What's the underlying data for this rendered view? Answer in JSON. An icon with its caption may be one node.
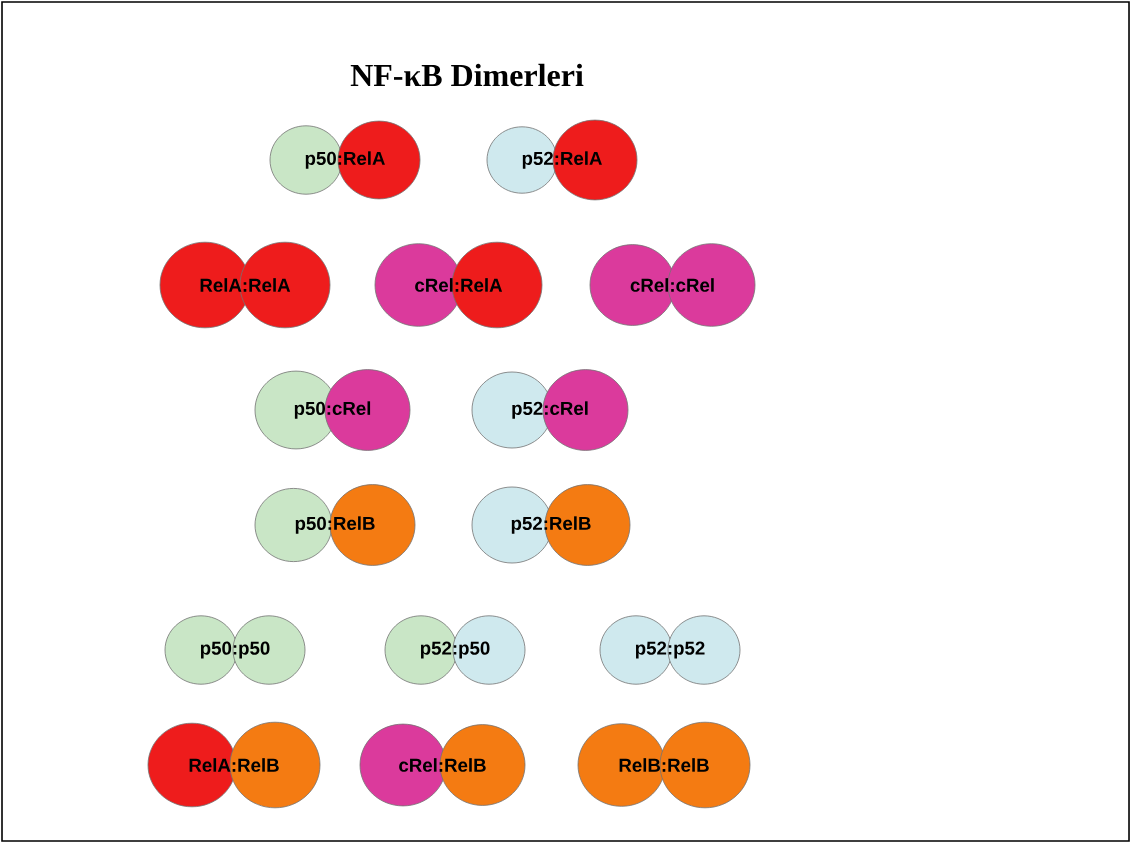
{
  "diagram": {
    "title": "NF-κB Dimerleri",
    "nodes": [
      {
        "text": [
          "p50:RelA"
        ]
      },
      {
        "text": [
          "p52:RelA"
        ]
      },
      {
        "text": [
          "RelA:RelA"
        ]
      },
      {
        "text": [
          "cRel:RelA"
        ]
      },
      {
        "text": [
          "cRel:cRel"
        ]
      },
      {
        "text": [
          "p50:cRel"
        ]
      },
      {
        "text": [
          "p52:cRel"
        ]
      },
      {
        "text": [
          "p50:RelB"
        ]
      },
      {
        "text": [
          "p52:RelB"
        ]
      },
      {
        "text": [
          "p50:p50"
        ]
      },
      {
        "text": [
          "p52:p50"
        ]
      },
      {
        "text": [
          "p52:p52"
        ]
      },
      {
        "text": [
          "RelA:RelB"
        ]
      },
      {
        "text": [
          "cRel:RelB"
        ]
      },
      {
        "text": [
          "RelB:RelB"
        ]
      }
    ]
  }
}
